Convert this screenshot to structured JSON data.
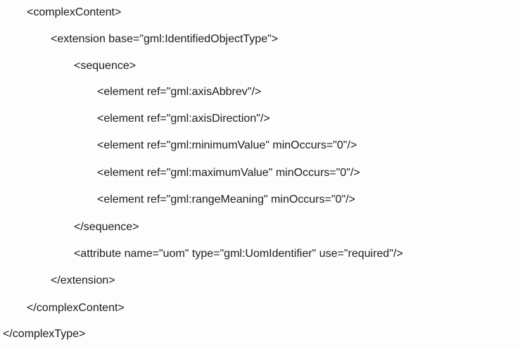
{
  "lines": [
    "<complexContent>",
    "<extension base=\"gml:IdentifiedObjectType\">",
    "<sequence>",
    "<element ref=\"gml:axisAbbrev\"/>",
    "<element ref=\"gml:axisDirection\"/>",
    "<element ref=\"gml:minimumValue\" minOccurs=\"0\"/>",
    "<element ref=\"gml:maximumValue\" minOccurs=\"0\"/>",
    "<element ref=\"gml:rangeMeaning\" minOccurs=\"0\"/>",
    "</sequence>",
    "<attribute name=\"uom\" type=\"gml:UomIdentifier\" use=\"required\"/>",
    "</extension>",
    "</complexContent>",
    "</complexType>"
  ]
}
